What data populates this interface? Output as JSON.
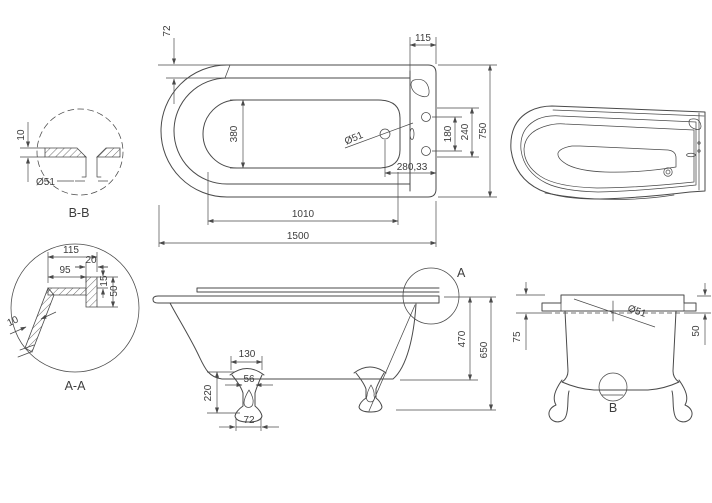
{
  "drawing": {
    "type": "bathtub technical drawing",
    "background_color": "#ffffff",
    "line_color": "#4a4a4a",
    "detail_bb": {
      "caption": "B-B",
      "dim_rim_thickness": "10",
      "dim_drain_diameter": "Ø51"
    },
    "top_view": {
      "dim_rim_width": "72",
      "dim_deck_width": "115",
      "dim_inner_width": "380",
      "dim_drain_diameter": "Ø51",
      "dim_drain_offset": "280,33",
      "dim_inner_length": "1010",
      "dim_overall_length": "1500",
      "dim_tap_hole_spacing": "180",
      "dim_tap_zone": "240",
      "dim_overall_width": "750"
    },
    "detail_aa": {
      "caption": "A-A",
      "dim_rim_total": "115",
      "dim_edge": "20",
      "dim_flat": "95",
      "dim_lip": "15",
      "dim_roll_depth": "50",
      "dim_wall_thickness": "10"
    },
    "front_view": {
      "detail_marker": "A",
      "dim_foot_top": "130",
      "dim_foot_waist": "56",
      "dim_foot_height": "220",
      "dim_foot_base": "72",
      "dim_rim_to_floorline": "470",
      "dim_overall_height": "650"
    },
    "end_view": {
      "detail_marker": "B",
      "dim_rim_drop_left": "75",
      "dim_rim_drop_right": "50",
      "dim_drain_diameter": "Ø51"
    }
  }
}
